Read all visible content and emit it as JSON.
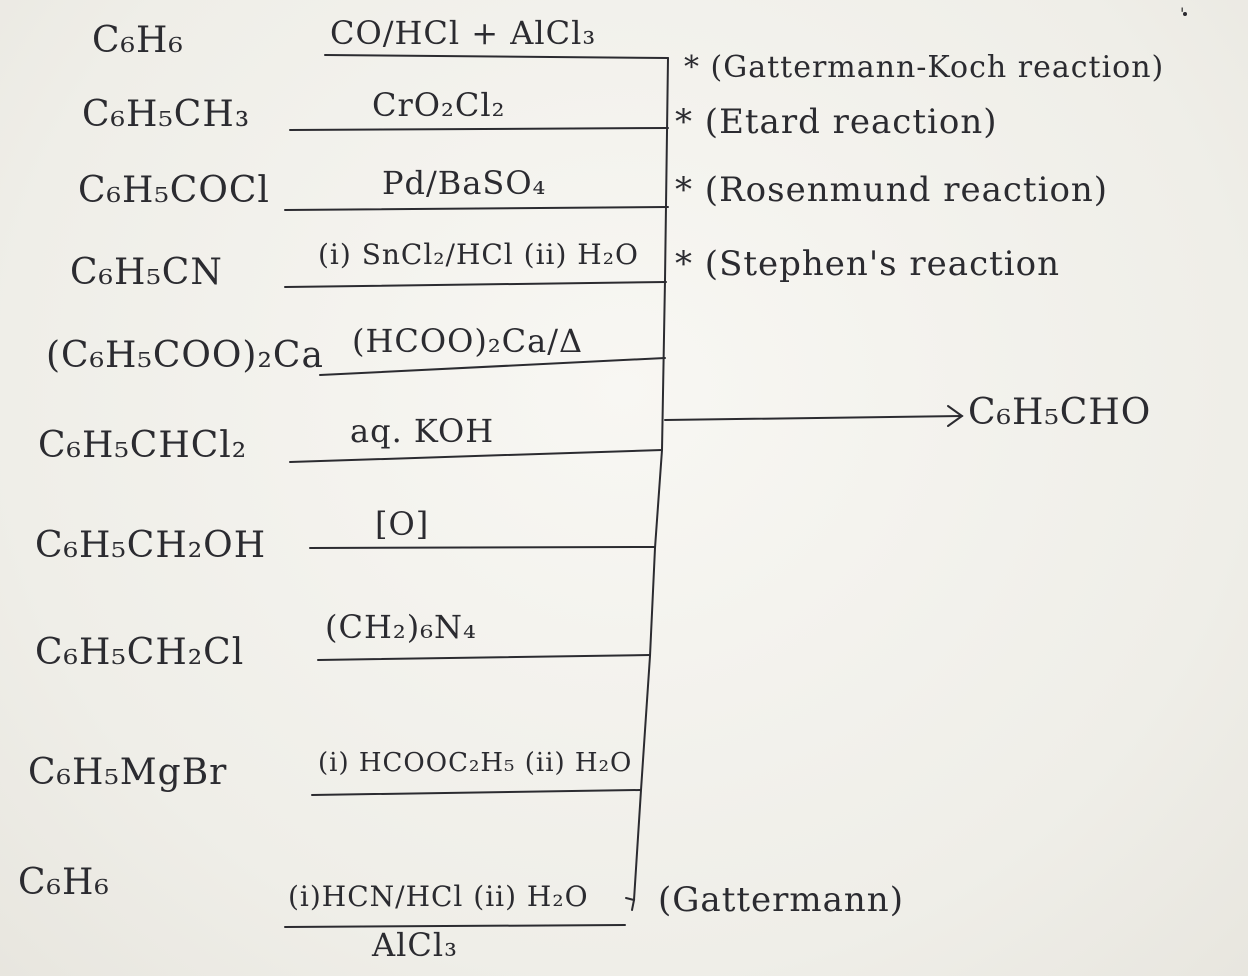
{
  "rows": [
    {
      "reactant": "C₆H₆",
      "reagent": "CO/HCl + AlCl₃",
      "name": "* (Gattermann-Koch reaction)"
    },
    {
      "reactant": "C₆H₅CH₃",
      "reagent": "CrO₂Cl₂",
      "name": "* (Etard reaction)"
    },
    {
      "reactant": "C₆H₅COCl",
      "reagent": "Pd/BaSO₄",
      "name": "* (Rosenmund reaction)"
    },
    {
      "reactant": "C₆H₅CN",
      "reagent": "(i) SnCl₂/HCl (ii) H₂O",
      "name": "* (Stephen's reaction"
    },
    {
      "reactant": "(C₆H₅COO)₂Ca",
      "reagent": "(HCOO)₂Ca/Δ",
      "name": ""
    },
    {
      "reactant": "C₆H₅CHCl₂",
      "reagent": "aq. KOH",
      "name": ""
    },
    {
      "reactant": "C₆H₅CH₂OH",
      "reagent": "[O]",
      "name": ""
    },
    {
      "reactant": "C₆H₅CH₂Cl",
      "reagent": "(CH₂)₆N₄",
      "name": ""
    },
    {
      "reactant": "C₆H₅MgBr",
      "reagent": "(i) HCOOC₂H₅ (ii) H₂O",
      "name": ""
    },
    {
      "reactant": "C₆H₆",
      "reagent": "(i)HCN/HCl (ii) H₂O",
      "name": "(Gattermann)"
    }
  ],
  "last_reagent_below": "AlCl₃",
  "product": "C₆H₅CHO",
  "corner_mark": "'"
}
